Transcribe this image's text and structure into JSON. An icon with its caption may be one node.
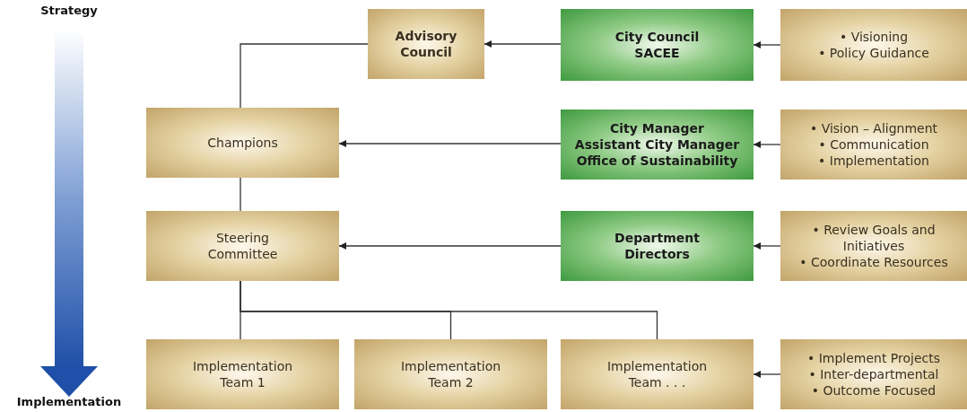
{
  "diagram": {
    "nodes": [
      {
        "text": [
          "Advisory Council"
        ]
      },
      {
        "text": [
          "City Council",
          "SACEE"
        ]
      },
      {
        "text": [
          "• Visioning",
          "• Policy Guidance"
        ]
      },
      {
        "text": [
          "Champions"
        ]
      },
      {
        "text": [
          "City Manager",
          "Assistant City Manager",
          "Office of Sustainability"
        ]
      },
      {
        "text": [
          "• Vision – Alignment",
          "• Communication",
          "• Implementation"
        ]
      },
      {
        "text": [
          "Steering Committee"
        ]
      },
      {
        "text": [
          "Department Directors"
        ]
      },
      {
        "text": [
          "• Review Goals and Initiatives",
          "• Coordinate Resources"
        ]
      },
      {
        "text": [
          "Implementation Team 1"
        ]
      },
      {
        "text": [
          "Implementation Team 2"
        ]
      },
      {
        "text": [
          "Implementation Team . . ."
        ]
      },
      {
        "text": [
          "• Implement Projects",
          "• Inter-departmental",
          "• Outcome Focused"
        ]
      }
    ],
    "edges": [
      {
        "from": 1,
        "to": 0,
        "arrow": "to"
      },
      {
        "from": 2,
        "to": 1,
        "arrow": "to"
      },
      {
        "from": 4,
        "to": 3,
        "arrow": "to"
      },
      {
        "from": 5,
        "to": 4,
        "arrow": "to"
      },
      {
        "from": 7,
        "to": 6,
        "arrow": "to"
      },
      {
        "from": 8,
        "to": 7,
        "arrow": "to"
      },
      {
        "from": 12,
        "to": 11,
        "arrow": "to"
      },
      {
        "from": 0,
        "to": 3,
        "arrow": "none"
      },
      {
        "from": 3,
        "to": 6,
        "arrow": "none"
      },
      {
        "from": 6,
        "to": 9,
        "arrow": "none"
      },
      {
        "from": 6,
        "to": 10,
        "arrow": "none"
      },
      {
        "from": 6,
        "to": 11,
        "arrow": "none"
      }
    ],
    "labels": [
      "Strategy",
      "Implementation"
    ]
  }
}
